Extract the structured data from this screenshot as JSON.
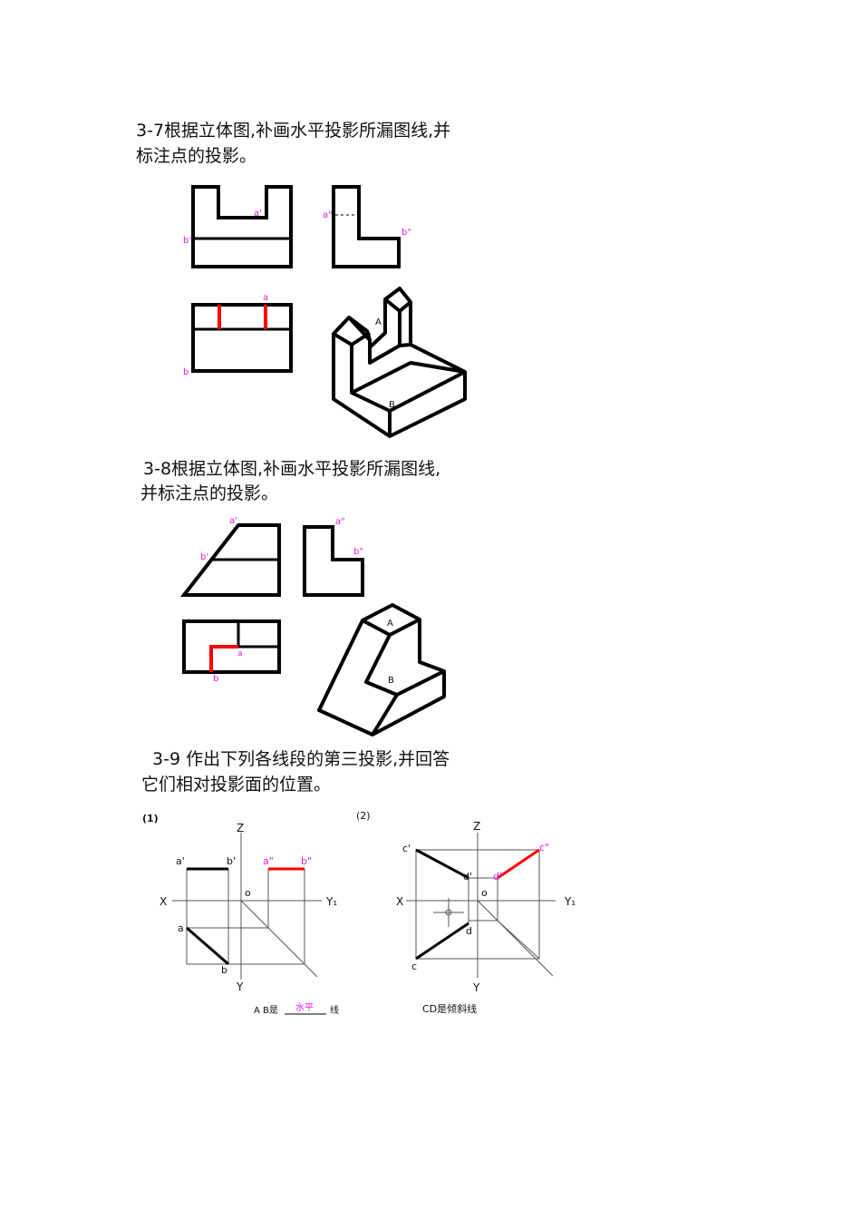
{
  "colors": {
    "ink": "#000000",
    "highlight_line": "#ff0000",
    "annotation": "#e020e0"
  },
  "section_37": {
    "title_line1": "3-7根据立体图,补画水平投影所漏图线,并",
    "title_line2": "标注点的投影。",
    "labels": {
      "a_front": "a'",
      "b_front": "b'",
      "a_side": "a\"",
      "b_side": "b\"",
      "a_top": "a",
      "b_top": "b",
      "iso_A": "A",
      "iso_B": "B"
    }
  },
  "section_38": {
    "title_line1": "3-8根据立体图,补画水平投影所漏图线,",
    "title_line2": "并标注点的投影。",
    "labels": {
      "a_front": "a'",
      "b_front": "b'",
      "a_side": "a\"",
      "b_side": "b\"",
      "a_top": "a",
      "b_top": "b",
      "iso_A": "A",
      "iso_B": "B"
    }
  },
  "section_39": {
    "title_line1": "3-9  作出下列各线段的第三投影,并回答",
    "title_line2": "它们相对投影面的位置。",
    "part1": {
      "number": "(1)",
      "axes": {
        "z": "Z",
        "x": "X",
        "y1": "Y₁",
        "y": "Y",
        "o": "o"
      },
      "points": {
        "a_front": "a'",
        "b_front": "b'",
        "a_side": "a\"",
        "b_side": "b\"",
        "a_top": "a",
        "b_top": "b"
      },
      "answer_prefix": "A B是",
      "answer_fill": "水平",
      "answer_suffix": "线"
    },
    "part2": {
      "number": "(2)",
      "axes": {
        "z": "Z",
        "x": "X",
        "y1": "Y₁",
        "y": "Y",
        "o": "o"
      },
      "points": {
        "c_front": "c'",
        "d_front": "d'",
        "c_side": "c\"",
        "d_side": "d\"",
        "c_top": "c",
        "d_top": "d"
      },
      "answer": "CD是倾斜线"
    }
  }
}
